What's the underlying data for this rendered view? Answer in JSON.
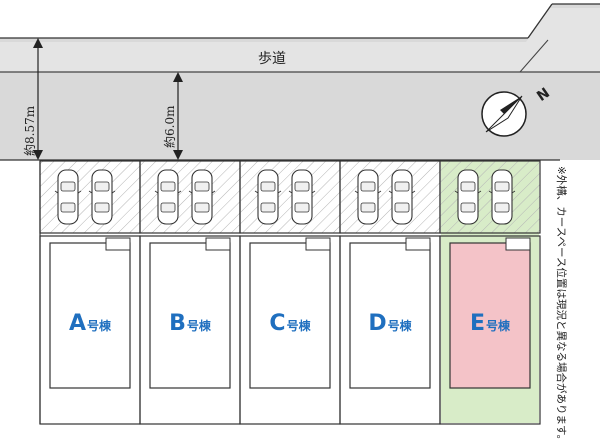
{
  "colors": {
    "road": "#d9d9d9",
    "road_band": "#e6e6e6",
    "line": "#333333",
    "unit_label": "#1f6fbf",
    "highlight_lot": "#d8ecc8",
    "highlight_building": "#f4c3c8",
    "garage_hatch": "#b5b5b5"
  },
  "labels": {
    "sidewalk": "歩道",
    "dim_left": "約8.57m",
    "dim_right": "約6.0m",
    "compass": "N",
    "note": "※外構、カースペース位置は現況と異なる場合があります。"
  },
  "units": [
    {
      "letter": "A",
      "suffix": "号棟",
      "highlight": false
    },
    {
      "letter": "B",
      "suffix": "号棟",
      "highlight": false
    },
    {
      "letter": "C",
      "suffix": "号棟",
      "highlight": false
    },
    {
      "letter": "D",
      "suffix": "号棟",
      "highlight": false
    },
    {
      "letter": "E",
      "suffix": "号棟",
      "highlight": true
    }
  ]
}
